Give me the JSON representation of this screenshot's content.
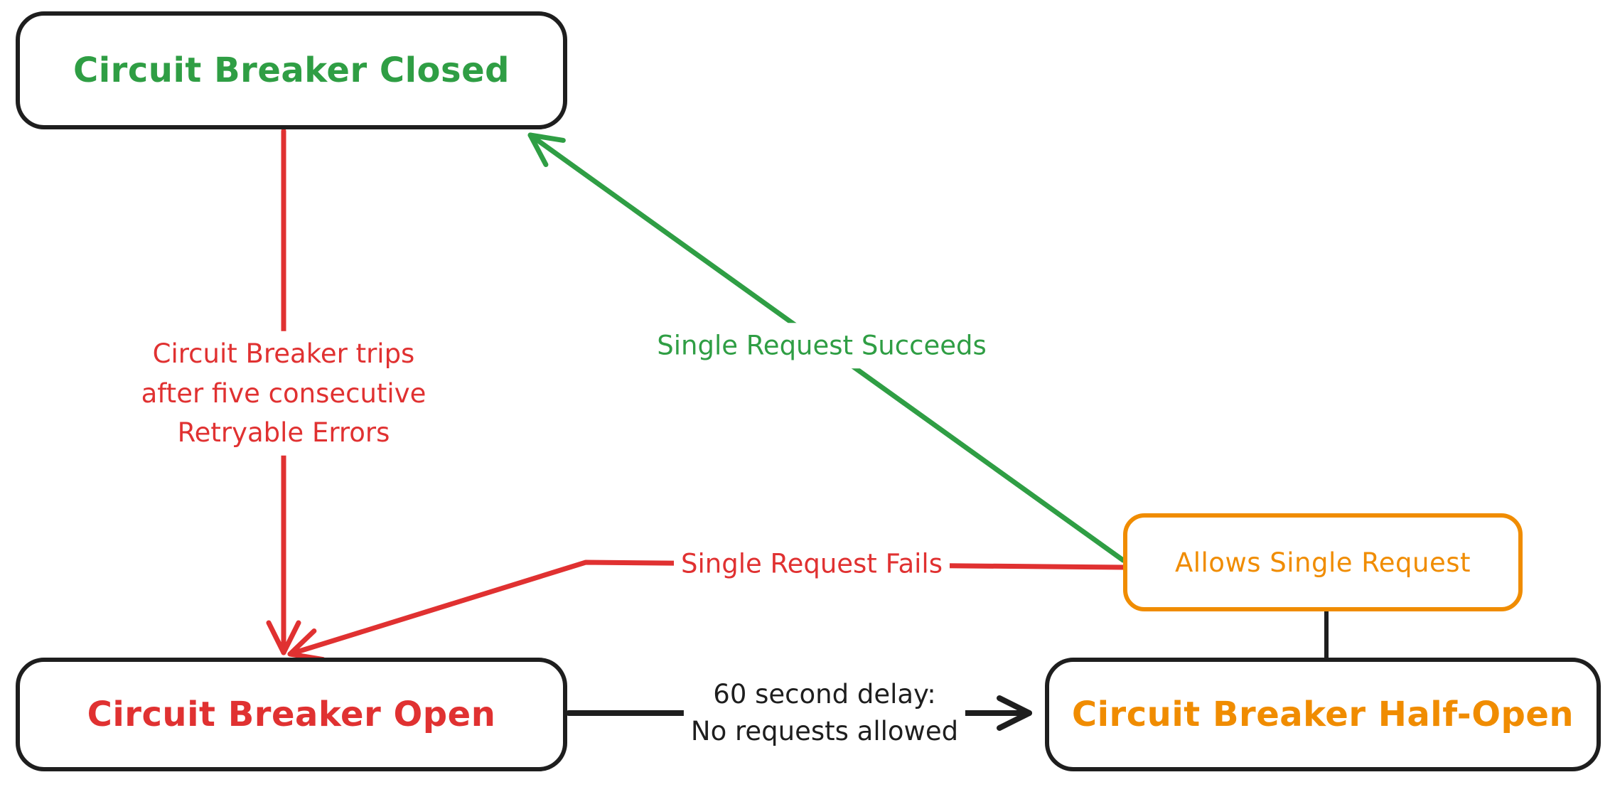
{
  "colors": {
    "green": "#2f9e44",
    "red": "#e03131",
    "orange": "#f08c00",
    "ink": "#1e1e1e"
  },
  "nodes": {
    "closed": {
      "label": "Circuit Breaker Closed"
    },
    "open": {
      "label": "Circuit Breaker Open"
    },
    "half_open": {
      "label": "Circuit Breaker Half-Open"
    },
    "allows": {
      "label": "Allows Single Request"
    }
  },
  "edges": {
    "trips": {
      "from": "closed",
      "to": "open",
      "color": "#e03131",
      "label_lines": [
        "Circuit Breaker trips",
        "after five consecutive",
        "Retryable Errors"
      ]
    },
    "succeeds": {
      "from": "allows",
      "to": "closed",
      "color": "#2f9e44",
      "label": "Single Request Succeeds"
    },
    "fails": {
      "from": "allows",
      "to": "open",
      "color": "#e03131",
      "label": "Single Request Fails"
    },
    "delay": {
      "from": "open",
      "to": "half_open",
      "color": "#1e1e1e",
      "label_lines": [
        "60 second delay:",
        "No requests allowed"
      ]
    },
    "connector": {
      "from": "half_open",
      "to": "allows",
      "color": "#1e1e1e",
      "label": ""
    }
  }
}
